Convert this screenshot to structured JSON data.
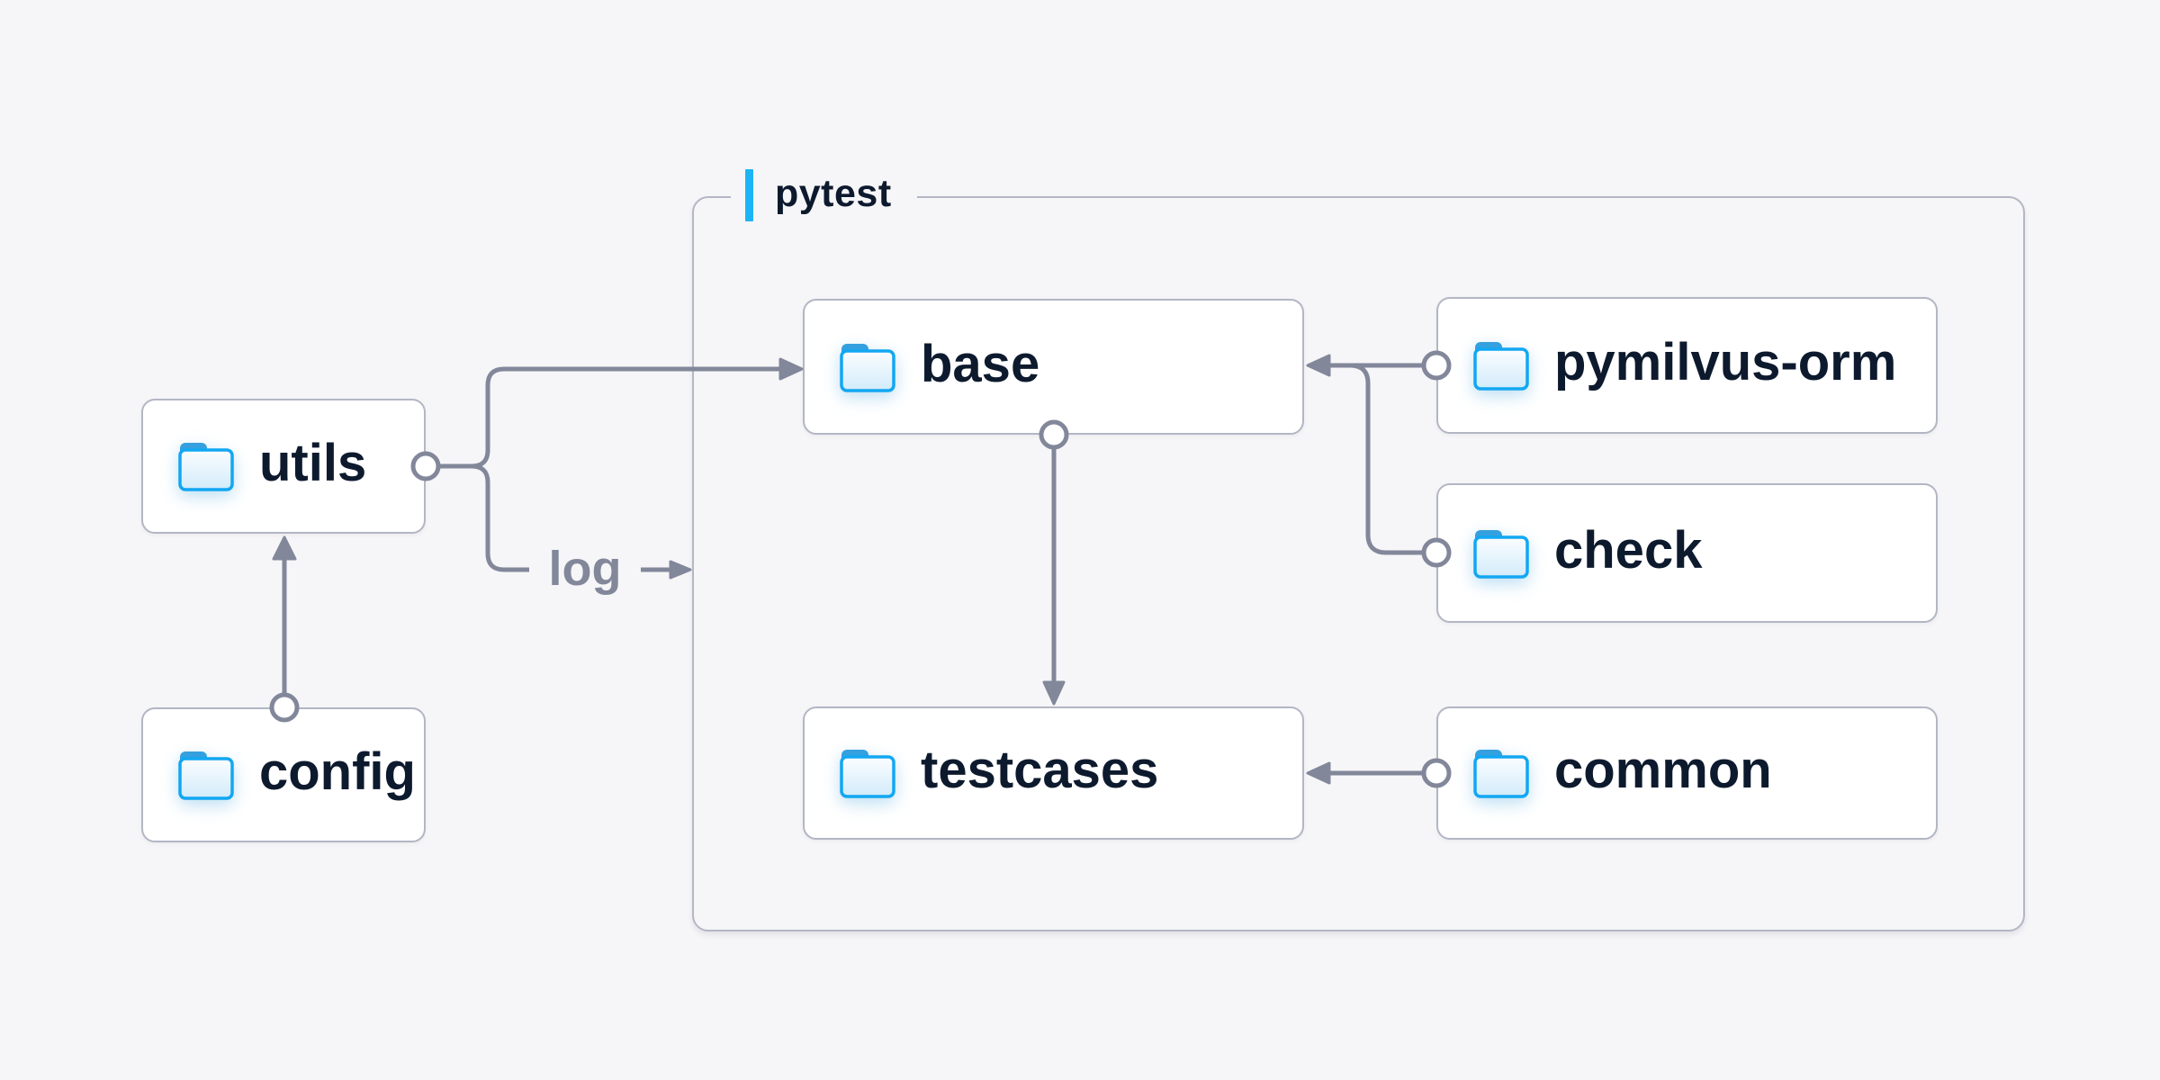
{
  "page": {
    "background": "#f6f6f8"
  },
  "group": {
    "label": "pytest",
    "accent_color": "#1db4f5",
    "border_color": "#b3b6c4"
  },
  "nodes": {
    "utils": {
      "label": "utils",
      "icon": "folder-icon"
    },
    "config": {
      "label": "config",
      "icon": "folder-icon"
    },
    "base": {
      "label": "base",
      "icon": "folder-icon"
    },
    "pymilvus_orm": {
      "label": "pymilvus-orm",
      "icon": "folder-icon"
    },
    "check": {
      "label": "check",
      "icon": "folder-icon"
    },
    "testcases": {
      "label": "testcases",
      "icon": "folder-icon"
    },
    "common": {
      "label": "common",
      "icon": "folder-icon"
    }
  },
  "edge_labels": {
    "log": "log"
  },
  "edges": [
    {
      "from": "config",
      "to": "utils",
      "type": "arrow"
    },
    {
      "from": "utils",
      "to": "base",
      "type": "arrow"
    },
    {
      "from": "utils",
      "to": "pytest-group",
      "type": "arrow",
      "label": "log"
    },
    {
      "from": "pymilvus-orm",
      "to": "base",
      "type": "arrow"
    },
    {
      "from": "check",
      "to": "base",
      "type": "arrow"
    },
    {
      "from": "base",
      "to": "testcases",
      "type": "arrow"
    },
    {
      "from": "common",
      "to": "testcases",
      "type": "arrow"
    }
  ],
  "colors": {
    "node_text": "#0d1a2e",
    "edge_gray": "#82879a",
    "node_border": "#b3b6c4",
    "folder_blue": "#12a7f2",
    "accent_blue": "#1db4f5"
  }
}
